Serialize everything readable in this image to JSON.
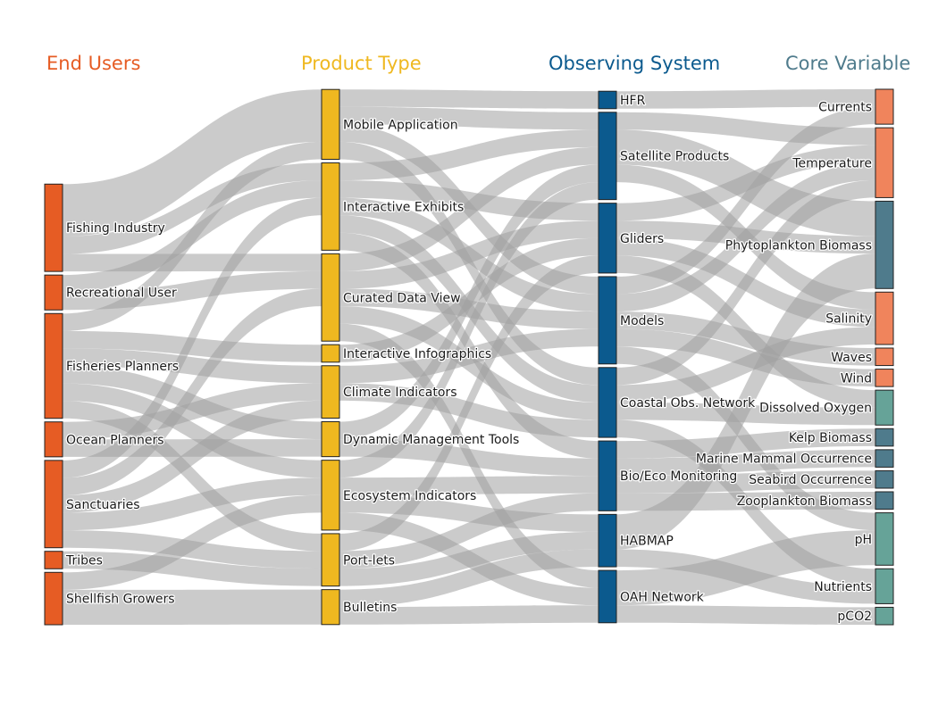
{
  "headers": [
    {
      "text": "End Users",
      "color": "#e65c24"
    },
    {
      "text": "Product Type",
      "color": "#efb820"
    },
    {
      "text": "Observing System",
      "color": "#0b5a8e"
    },
    {
      "text": "Core Variable",
      "color": "#4f7b8c"
    }
  ],
  "columns": [
    [
      {
        "id": "fishing",
        "label": "Fishing Industry",
        "color": "#e65c24"
      },
      {
        "id": "recreational",
        "label": "Recreational User",
        "color": "#e65c24"
      },
      {
        "id": "fisheries",
        "label": "Fisheries Planners",
        "color": "#e65c24"
      },
      {
        "id": "ocean",
        "label": "Ocean Planners",
        "color": "#e65c24"
      },
      {
        "id": "sanctuaries",
        "label": "Sanctuaries",
        "color": "#e65c24"
      },
      {
        "id": "tribes",
        "label": "Tribes",
        "color": "#e65c24"
      },
      {
        "id": "shellfish",
        "label": "Shellfish Growers",
        "color": "#e65c24"
      }
    ],
    [
      {
        "id": "mobile",
        "label": "Mobile Application",
        "color": "#efb820"
      },
      {
        "id": "exhibits",
        "label": "Interactive Exhibits",
        "color": "#efb820"
      },
      {
        "id": "curated",
        "label": "Curated Data View",
        "color": "#efb820"
      },
      {
        "id": "infographics",
        "label": "Interactive Infographics",
        "color": "#efb820"
      },
      {
        "id": "climate",
        "label": "Climate Indicators",
        "color": "#efb820"
      },
      {
        "id": "dynamic",
        "label": "Dynamic Management Tools",
        "color": "#efb820"
      },
      {
        "id": "ecosystem",
        "label": "Ecosystem Indicators",
        "color": "#efb820"
      },
      {
        "id": "portlets",
        "label": "Port-lets",
        "color": "#efb820"
      },
      {
        "id": "bulletins",
        "label": "Bulletins",
        "color": "#efb820"
      }
    ],
    [
      {
        "id": "hfr",
        "label": "HFR",
        "color": "#0b5a8e"
      },
      {
        "id": "satellite",
        "label": "Satellite Products",
        "color": "#0b5a8e"
      },
      {
        "id": "gliders",
        "label": "Gliders",
        "color": "#0b5a8e"
      },
      {
        "id": "models",
        "label": "Models",
        "color": "#0b5a8e"
      },
      {
        "id": "coastal",
        "label": "Coastal Obs. Network",
        "color": "#0b5a8e"
      },
      {
        "id": "bioeco",
        "label": "Bio/Eco Monitoring",
        "color": "#0b5a8e"
      },
      {
        "id": "habmap",
        "label": "HABMAP",
        "color": "#0b5a8e"
      },
      {
        "id": "oah",
        "label": "OAH Network",
        "color": "#0b5a8e"
      }
    ],
    [
      {
        "id": "currents",
        "label": "Currents",
        "color": "#f0845c"
      },
      {
        "id": "temperature",
        "label": "Temperature",
        "color": "#f0845c"
      },
      {
        "id": "phyto",
        "label": "Phytoplankton Biomass",
        "color": "#4f7b8c"
      },
      {
        "id": "salinity",
        "label": "Salinity",
        "color": "#f0845c"
      },
      {
        "id": "waves",
        "label": "Waves",
        "color": "#f0845c"
      },
      {
        "id": "wind",
        "label": "Wind",
        "color": "#f0845c"
      },
      {
        "id": "oxygen",
        "label": "Dissolved Oxygen",
        "color": "#66a398"
      },
      {
        "id": "kelp",
        "label": "Kelp Biomass",
        "color": "#4f7b8c"
      },
      {
        "id": "mammal",
        "label": "Marine Mammal Occurrence",
        "color": "#4f7b8c"
      },
      {
        "id": "seabird",
        "label": "Seabird Occurrence",
        "color": "#4f7b8c"
      },
      {
        "id": "zoo",
        "label": "Zooplankton Biomass",
        "color": "#4f7b8c"
      },
      {
        "id": "ph",
        "label": "pH",
        "color": "#66a398"
      },
      {
        "id": "nutrients",
        "label": "Nutrients",
        "color": "#66a398"
      },
      {
        "id": "pco2",
        "label": "pCO2",
        "color": "#66a398"
      }
    ]
  ],
  "links": [
    [
      "fishing",
      "mobile",
      3
    ],
    [
      "fishing",
      "exhibits",
      1
    ],
    [
      "fishing",
      "curated",
      1
    ],
    [
      "recreational",
      "exhibits",
      1
    ],
    [
      "recreational",
      "curated",
      1
    ],
    [
      "fisheries",
      "mobile",
      1
    ],
    [
      "fisheries",
      "infographics",
      1
    ],
    [
      "fisheries",
      "climate",
      1
    ],
    [
      "fisheries",
      "dynamic",
      1
    ],
    [
      "fisheries",
      "ecosystem",
      1
    ],
    [
      "fisheries",
      "portlets",
      1
    ],
    [
      "ocean",
      "climate",
      1
    ],
    [
      "ocean",
      "dynamic",
      1
    ],
    [
      "sanctuaries",
      "exhibits",
      1
    ],
    [
      "sanctuaries",
      "curated",
      1
    ],
    [
      "sanctuaries",
      "climate",
      1
    ],
    [
      "sanctuaries",
      "ecosystem",
      1
    ],
    [
      "sanctuaries",
      "portlets",
      1
    ],
    [
      "tribes",
      "portlets",
      1
    ],
    [
      "shellfish",
      "ecosystem",
      1
    ],
    [
      "shellfish",
      "bulletins",
      2
    ],
    [
      "mobile",
      "hfr",
      1
    ],
    [
      "mobile",
      "satellite",
      1
    ],
    [
      "mobile",
      "models",
      1
    ],
    [
      "mobile",
      "coastal",
      1
    ],
    [
      "exhibits",
      "satellite",
      1
    ],
    [
      "exhibits",
      "gliders",
      1
    ],
    [
      "exhibits",
      "models",
      1
    ],
    [
      "exhibits",
      "coastal",
      1
    ],
    [
      "exhibits",
      "bioeco",
      1
    ],
    [
      "curated",
      "satellite",
      1
    ],
    [
      "curated",
      "gliders",
      1
    ],
    [
      "curated",
      "models",
      1
    ],
    [
      "curated",
      "coastal",
      1
    ],
    [
      "curated",
      "oah",
      1
    ],
    [
      "infographics",
      "gliders",
      1
    ],
    [
      "climate",
      "models",
      1
    ],
    [
      "climate",
      "coastal",
      1
    ],
    [
      "dynamic",
      "satellite",
      1
    ],
    [
      "dynamic",
      "bioeco",
      1
    ],
    [
      "ecosystem",
      "satellite",
      1
    ],
    [
      "ecosystem",
      "bioeco",
      1
    ],
    [
      "ecosystem",
      "habmap",
      1
    ],
    [
      "ecosystem",
      "oah",
      1
    ],
    [
      "portlets",
      "gliders",
      1
    ],
    [
      "portlets",
      "bioeco",
      1
    ],
    [
      "portlets",
      "habmap",
      1
    ],
    [
      "bulletins",
      "habmap",
      1
    ],
    [
      "bulletins",
      "oah",
      1
    ],
    [
      "hfr",
      "currents",
      1
    ],
    [
      "satellite",
      "temperature",
      1
    ],
    [
      "satellite",
      "phyto",
      2
    ],
    [
      "satellite",
      "salinity",
      1
    ],
    [
      "gliders",
      "temperature",
      1
    ],
    [
      "gliders",
      "salinity",
      1
    ],
    [
      "gliders",
      "oxygen",
      1
    ],
    [
      "gliders",
      "phyto",
      1
    ],
    [
      "models",
      "currents",
      1
    ],
    [
      "models",
      "temperature",
      1
    ],
    [
      "models",
      "waves",
      1
    ],
    [
      "models",
      "wind",
      1
    ],
    [
      "models",
      "ph",
      1
    ],
    [
      "coastal",
      "temperature",
      1
    ],
    [
      "coastal",
      "salinity",
      1
    ],
    [
      "coastal",
      "oxygen",
      1
    ],
    [
      "coastal",
      "nutrients",
      1
    ],
    [
      "bioeco",
      "kelp",
      1
    ],
    [
      "bioeco",
      "mammal",
      1
    ],
    [
      "bioeco",
      "seabird",
      1
    ],
    [
      "bioeco",
      "zoo",
      1
    ],
    [
      "habmap",
      "phyto",
      2
    ],
    [
      "habmap",
      "nutrients",
      1
    ],
    [
      "oah",
      "ph",
      2
    ],
    [
      "oah",
      "pco2",
      1
    ]
  ]
}
